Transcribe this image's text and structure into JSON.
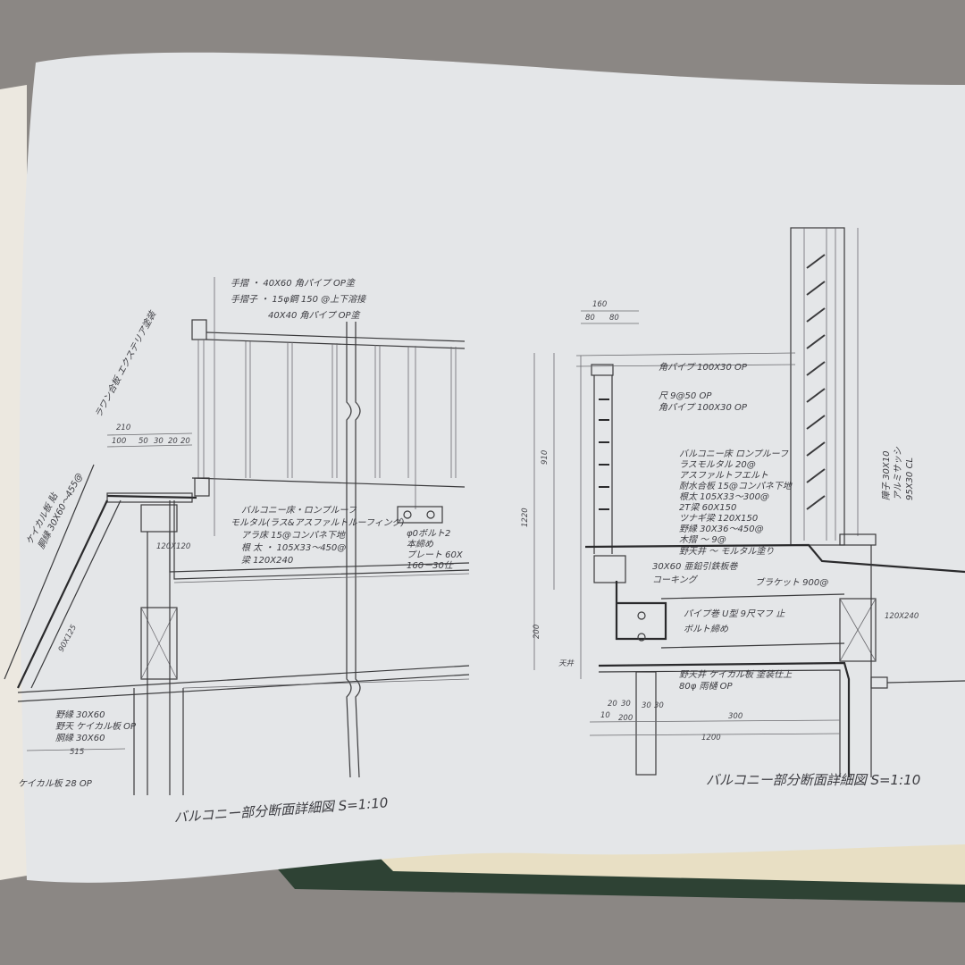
{
  "colors": {
    "background_fabric": "#8b8784",
    "paper": "#e4e6e8",
    "binder": "#2e4234",
    "page_edge": "#e8dfc4",
    "ink": "#3a3a3c"
  },
  "left_detail": {
    "title": "バルコニー部分断面詳細図 S=1:10",
    "handrail_notes": [
      "手摺 ・ 40X60 角パイプ OP塗",
      "手摺子 ・ 15φ鋼 150 @上下溶接",
      "40X40 角パイプ OP塗"
    ],
    "floor_notes": [
      "バルコニー床・ロンプルーフ",
      "モルタル(ラス&アスファルトルーフィング)",
      "アラ床 15@コンパネ下地",
      "根 太 ・ 105X33～450@",
      "梁 120X240"
    ],
    "bolt_notes": [
      "φ0ボルト2",
      "本締め",
      "プレート 60X",
      "160－30仕"
    ],
    "post_label": "120X120",
    "dims": [
      "210",
      "100",
      "50",
      "30",
      "20",
      "20",
      "515"
    ],
    "soffit_notes": [
      "野縁 30X60",
      "野天 ケイカル板 OP",
      "胴縁 30X60"
    ],
    "fascia_note": "ケイカル板 28 OP",
    "slope_notes": [
      "ラワン合板 エクステリア塗装",
      "ケイカル板 貼",
      "胴縁 30X60～455@",
      "90X125"
    ]
  },
  "right_detail": {
    "title": "バルコニー部分断面詳細図 S=1:10",
    "top_dims": [
      "160",
      "80",
      "80"
    ],
    "rail_notes": [
      "角パイプ 100X30 OP",
      "尺 9@50 OP",
      "角パイプ 100X30 OP"
    ],
    "floor_notes": [
      "バルコニー床 ロンプルーフ",
      "ラスモルタル 20@",
      "アスファルトフエルト",
      "耐水合板 15@コンパネ下地",
      "根太 105X33～300@",
      "2T梁 60X150",
      "ツナギ梁 120X150",
      "野縁 30X36～450@",
      "木摺 ～ 9@",
      "野天井 ～ モルタル塗り"
    ],
    "lower_notes": [
      "30X60 亜鉛引鉄板巻",
      "コーキング",
      "ブラケット 900@"
    ],
    "pipe_notes": [
      "パイプ巻 U型 9尺マフ 止",
      "ボルト締め"
    ],
    "ceiling_notes": [
      "野天井 ケイカル板 塗装仕上",
      "80φ 雨樋 OP"
    ],
    "window_notes": [
      "障子 30X10",
      "アルミサッシ",
      "95X30 CL"
    ],
    "beam_label": "120X240",
    "vertical_dims": [
      "1220",
      "910",
      "200"
    ],
    "bottom_dims": [
      "20",
      "30",
      "10",
      "200",
      "30",
      "30",
      "300",
      "1200"
    ],
    "ceiling_label": "天井"
  }
}
